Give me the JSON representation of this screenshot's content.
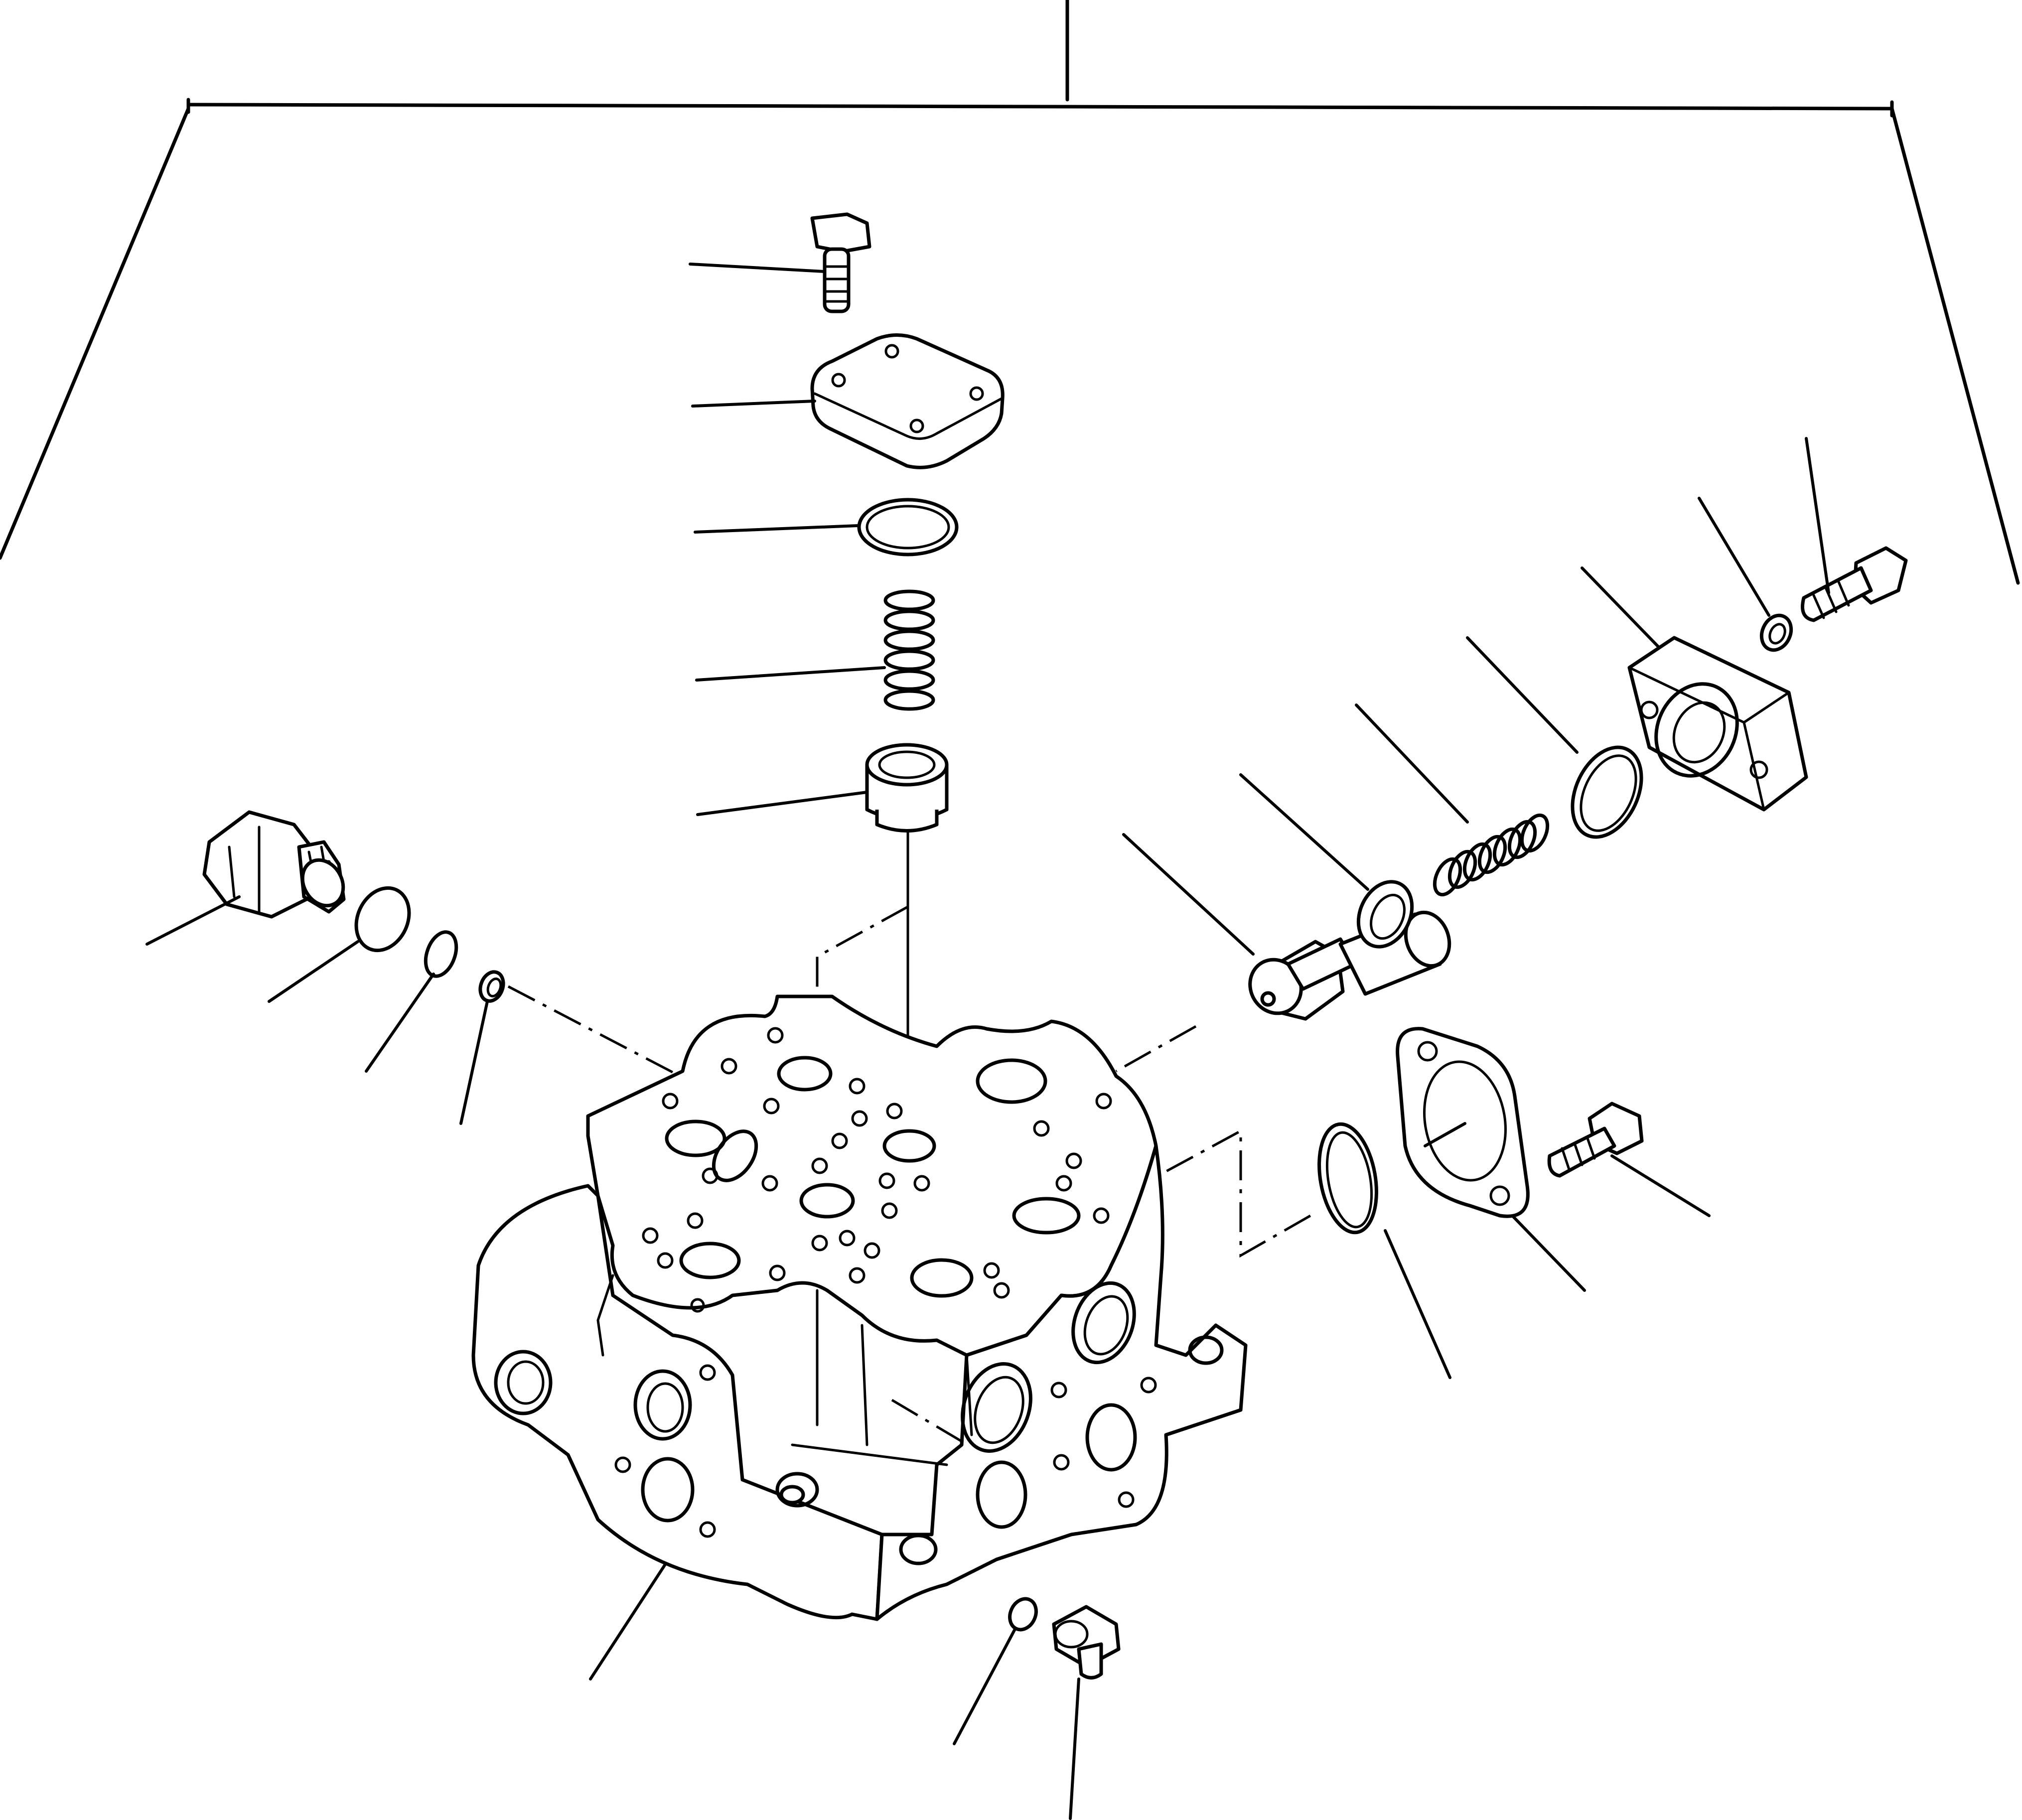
{
  "drawing": {
    "kind": "exploded parts diagram",
    "ink_color": "#000000",
    "paper_color": "#ffffff",
    "parts": [
      {
        "id": "bolt-top",
        "icon": "bolt-icon"
      },
      {
        "id": "cover-plate-top",
        "icon": "cover-plate-icon"
      },
      {
        "id": "o-ring-top",
        "icon": "o-ring-icon"
      },
      {
        "id": "spring-top",
        "icon": "spring-icon"
      },
      {
        "id": "seat-top",
        "icon": "valve-seat-icon"
      },
      {
        "id": "plug-left",
        "icon": "plug-icon"
      },
      {
        "id": "o-ring-left-1",
        "icon": "o-ring-icon"
      },
      {
        "id": "o-ring-left-2",
        "icon": "o-ring-icon"
      },
      {
        "id": "o-ring-left-3",
        "icon": "o-ring-icon"
      },
      {
        "id": "valve-body",
        "icon": "valve-body-icon"
      },
      {
        "id": "spool-right",
        "icon": "spool-icon"
      },
      {
        "id": "washer-right",
        "icon": "washer-icon"
      },
      {
        "id": "spring-right",
        "icon": "spring-icon"
      },
      {
        "id": "o-ring-right",
        "icon": "o-ring-icon"
      },
      {
        "id": "block-right",
        "icon": "block-icon"
      },
      {
        "id": "washer-small-right",
        "icon": "washer-icon"
      },
      {
        "id": "bolt-right-top",
        "icon": "bolt-icon"
      },
      {
        "id": "flange-right",
        "icon": "flange-icon"
      },
      {
        "id": "o-ring-flange",
        "icon": "o-ring-icon"
      },
      {
        "id": "bolt-flange",
        "icon": "bolt-icon"
      },
      {
        "id": "o-ring-bottom",
        "icon": "o-ring-icon"
      },
      {
        "id": "plug-bottom",
        "icon": "plug-icon"
      }
    ]
  }
}
